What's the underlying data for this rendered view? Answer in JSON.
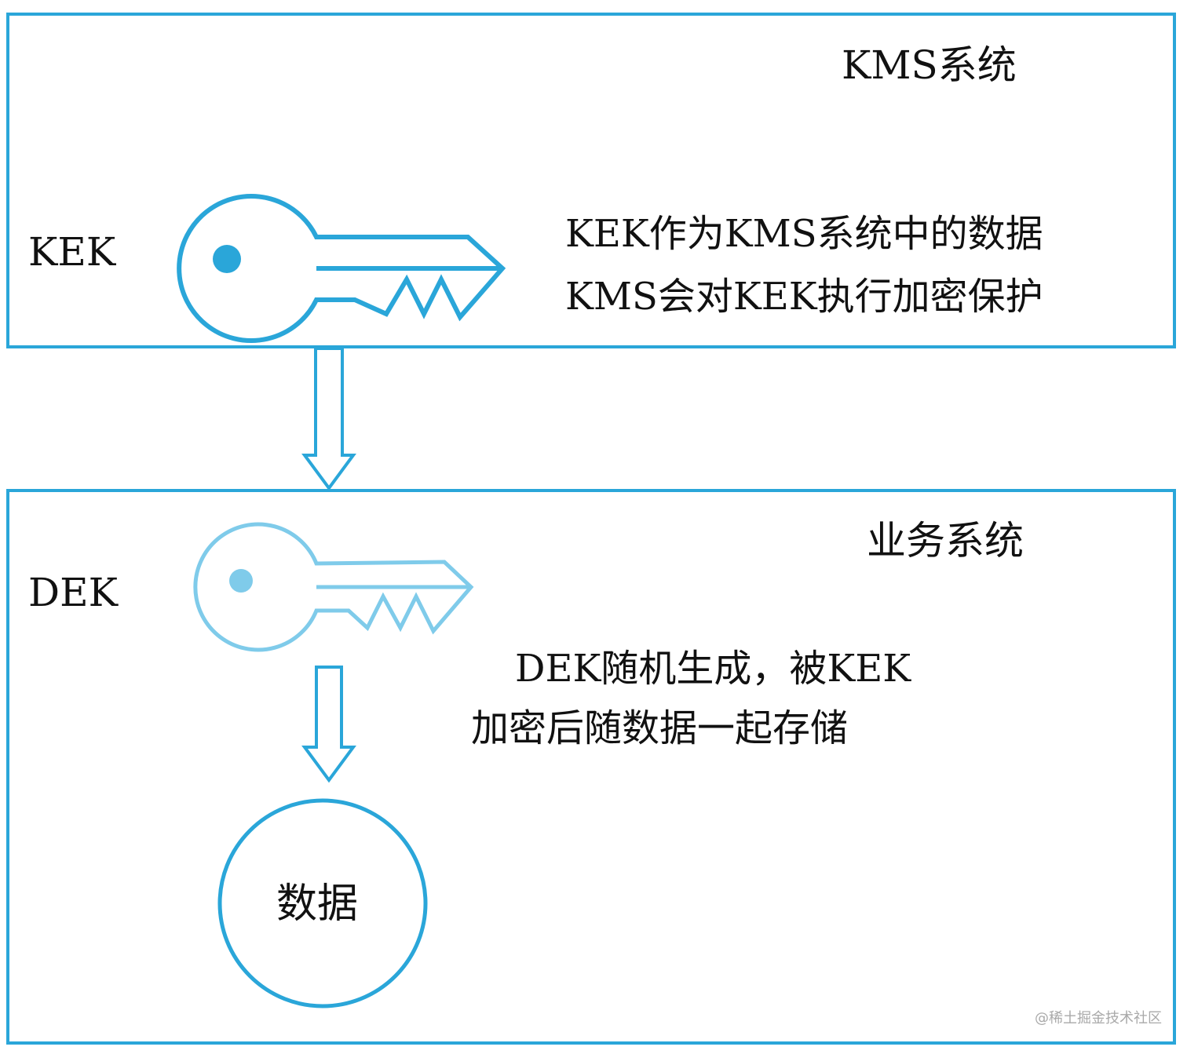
{
  "kms_system": {
    "title": "KMS系统",
    "key_label": "KEK",
    "description_line1": "KEK作为KMS系统中的数据",
    "description_line2": "KMS会对KEK执行加密保护"
  },
  "business_system": {
    "title": "业务系统",
    "key_label": "DEK",
    "description_line1": "DEK随机生成，被KEK",
    "description_line2": "加密后随数据一起存储",
    "data_node_label": "数据"
  },
  "watermark": "@稀土掘金技术社区",
  "colors": {
    "primary": "#2aa6d9",
    "light": "#7fcbea",
    "text": "#111111",
    "watermark": "#a9a9a9"
  },
  "icons": {
    "kek": "key-icon",
    "dek": "key-icon",
    "arrows": "down-arrow-icon"
  }
}
